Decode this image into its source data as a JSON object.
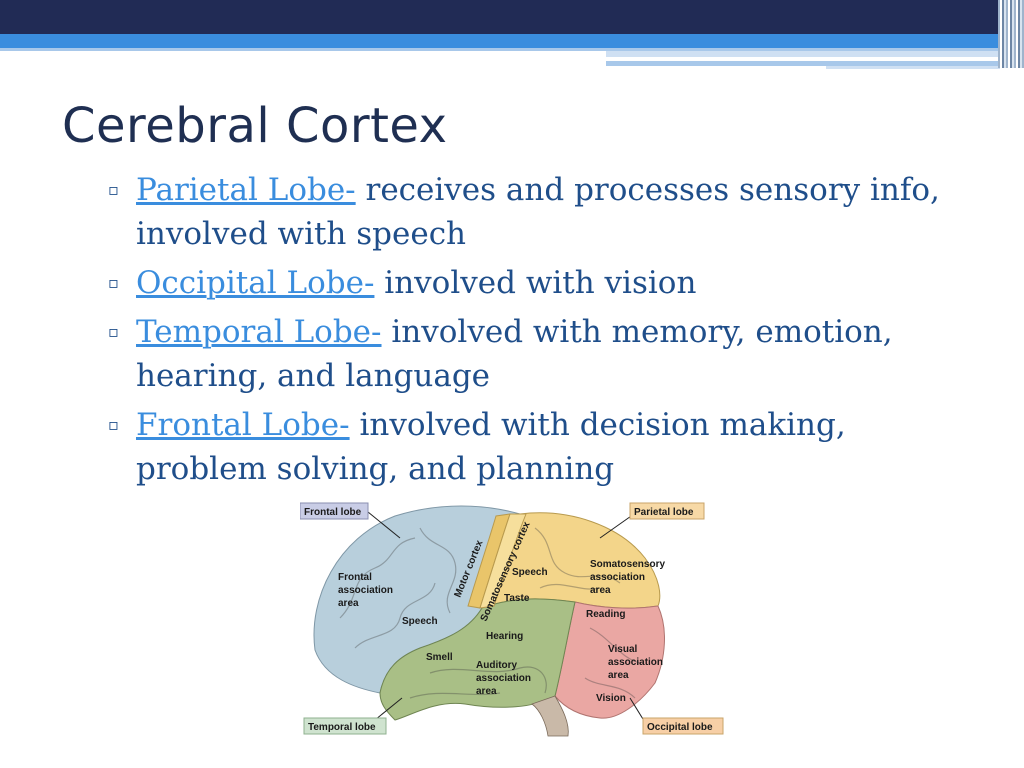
{
  "slide": {
    "title": "Cerebral Cortex",
    "bullet_marker": "▫",
    "bullets": [
      {
        "term": "Parietal Lobe-",
        "text": " receives and processes sensory info, involved with speech"
      },
      {
        "term": "Occipital Lobe-",
        "text": " involved with vision"
      },
      {
        "term": "Temporal Lobe-",
        "text": " involved with memory, emotion, hearing, and language"
      },
      {
        "term": "Frontal Lobe-",
        "text": " involved with decision making, problem solving, and planning"
      }
    ]
  },
  "brain_diagram": {
    "callouts": {
      "frontal": "Frontal lobe",
      "parietal": "Parietal lobe",
      "temporal": "Temporal lobe",
      "occipital": "Occipital lobe"
    },
    "labels": {
      "frontal_assoc_1": "Frontal",
      "frontal_assoc_2": "association",
      "frontal_assoc_3": "area",
      "speech_front": "Speech",
      "motor": "Motor cortex",
      "somatosensory": "Somatosensory cortex",
      "speech_parietal": "Speech",
      "taste": "Taste",
      "soma_assoc_1": "Somatosensory",
      "soma_assoc_2": "association",
      "soma_assoc_3": "area",
      "reading": "Reading",
      "hearing": "Hearing",
      "smell": "Smell",
      "aud_assoc_1": "Auditory",
      "aud_assoc_2": "association",
      "aud_assoc_3": "area",
      "visual_assoc_1": "Visual",
      "visual_assoc_2": "association",
      "visual_assoc_3": "area",
      "vision": "Vision"
    },
    "colors": {
      "frontal": "#b8cfdc",
      "parietal": "#f3d58a",
      "temporal": "#a9bf86",
      "occipital": "#eaa7a3",
      "frontal_callout": "#c9cde6",
      "parietal_callout": "#f7d9a6",
      "temporal_callout": "#cfe3cf",
      "occipital_callout": "#f7cfa6"
    }
  }
}
